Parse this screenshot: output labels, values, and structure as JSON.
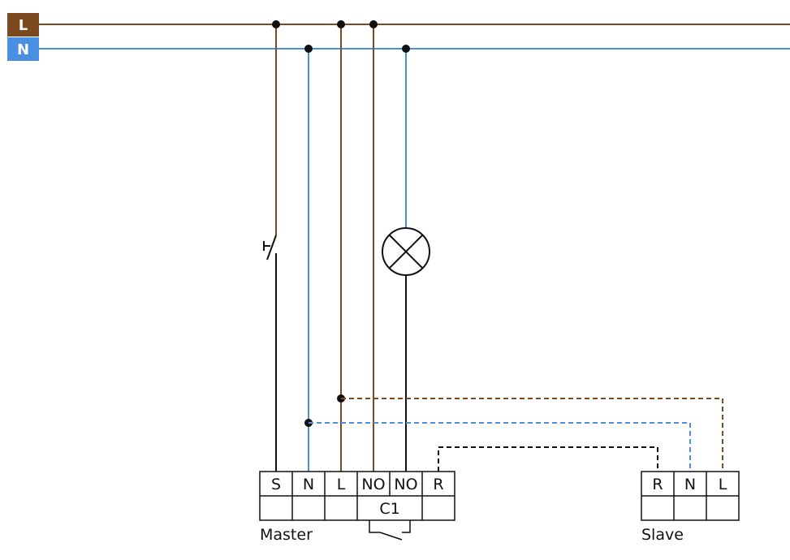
{
  "colors": {
    "live": "#7a4a1e",
    "neutral": "#4a90e2",
    "wire": "#111111",
    "label_bg_live": "#7a4a1e",
    "label_bg_neutral": "#4a90e2"
  },
  "rails": {
    "live_label": "L",
    "neutral_label": "N"
  },
  "master": {
    "name": "Master",
    "terminals": [
      "S",
      "N",
      "L",
      "NO",
      "NO",
      "R"
    ],
    "relay_label": "C1"
  },
  "slave": {
    "name": "Slave",
    "terminals": [
      "R",
      "N",
      "L"
    ]
  },
  "symbols": {
    "switch": "pushbutton-switch-icon",
    "lamp": "lamp-icon",
    "relay_contact": "relay-contact-icon"
  }
}
